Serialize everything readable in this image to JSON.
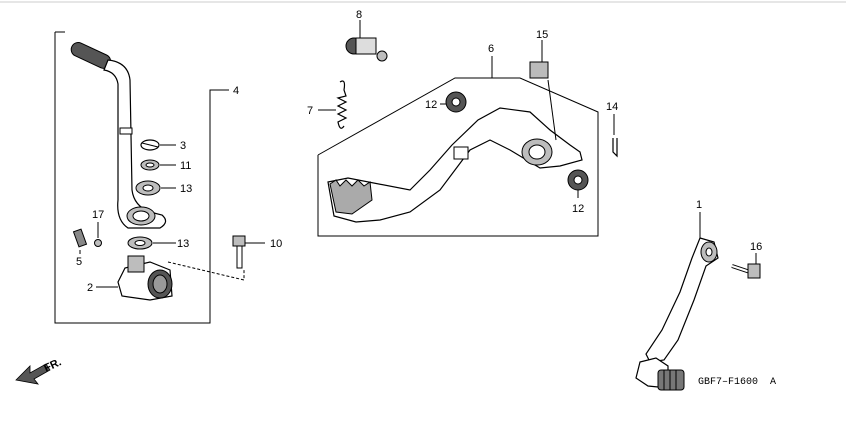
{
  "diagram": {
    "code": "GBF7–F1600",
    "code_suffix": "A",
    "front_label": "FR.",
    "callouts": {
      "c1": "1",
      "c2": "2",
      "c3": "3",
      "c4": "4",
      "c5": "5",
      "c6": "6",
      "c7": "7",
      "c8": "8",
      "c10": "10",
      "c11": "11",
      "c12a": "12",
      "c12b": "12",
      "c13a": "13",
      "c13b": "13",
      "c14": "14",
      "c15": "15",
      "c16": "16",
      "c17": "17"
    }
  }
}
